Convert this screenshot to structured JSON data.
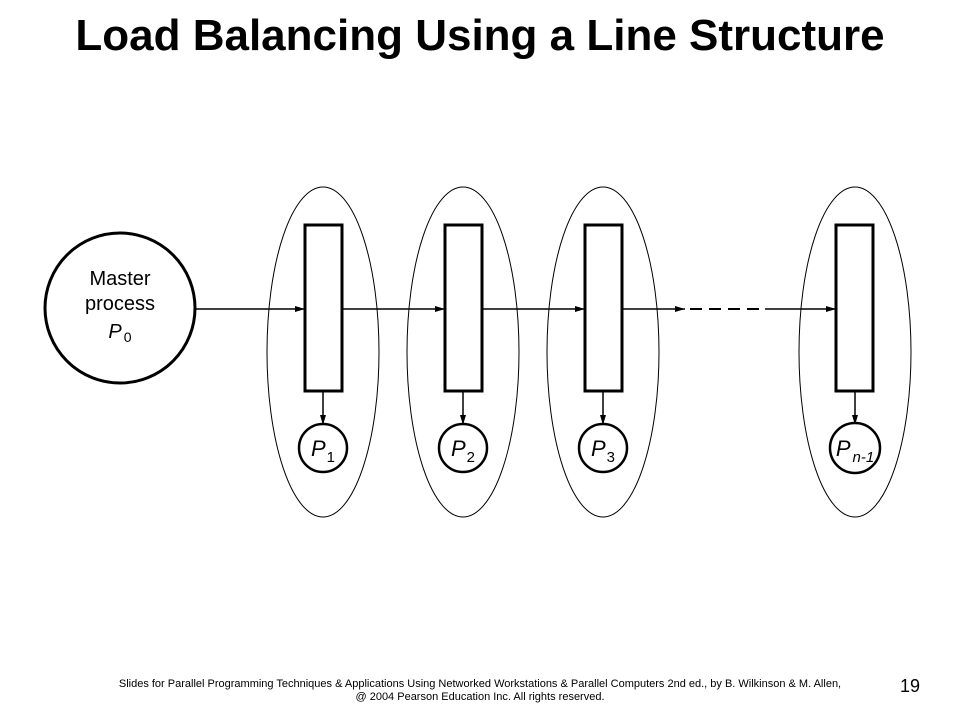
{
  "title": "Load Balancing Using a Line Structure",
  "master": {
    "line1": "Master",
    "line2": "process",
    "label": "P",
    "sub": "0"
  },
  "processes": [
    {
      "label": "P",
      "sub": "1"
    },
    {
      "label": "P",
      "sub": "2"
    },
    {
      "label": "P",
      "sub": "3"
    },
    {
      "label": "P",
      "sub": "n-1"
    }
  ],
  "footer": {
    "line1": "Slides for Parallel Programming Techniques & Applications Using Networked Workstations & Parallel Computers 2nd ed., by B. Wilkinson & M. Allen,",
    "line2": "@ 2004 Pearson Education Inc. All rights reserved."
  },
  "page_number": "19"
}
